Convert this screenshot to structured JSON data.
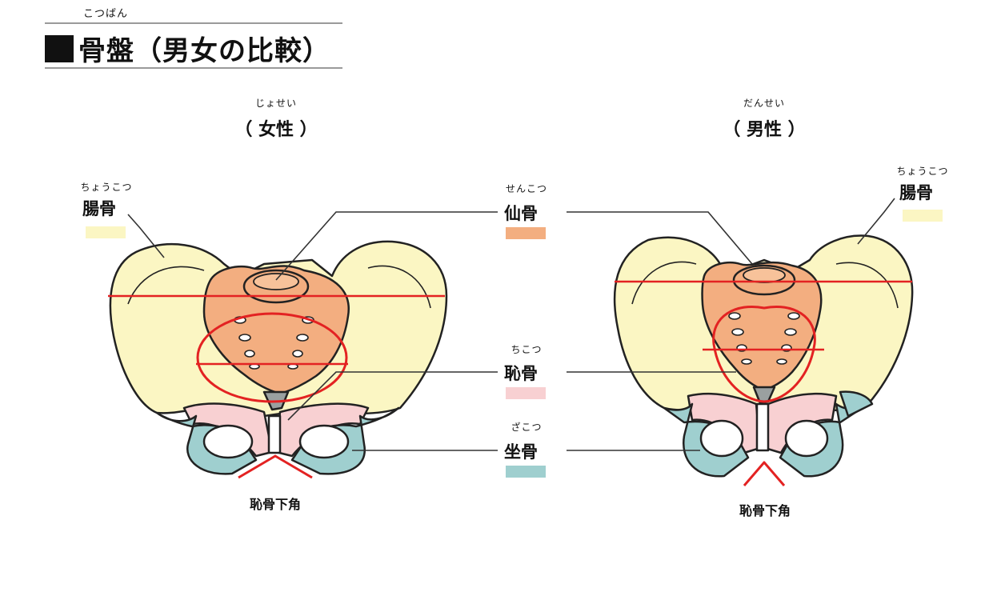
{
  "title": {
    "ruby": "こつばん",
    "text": "骨盤（男女の比較）"
  },
  "female": {
    "ruby": "じょせい",
    "heading": "（ 女性 ）",
    "angle_label": "恥骨下角"
  },
  "male": {
    "ruby": "だんせい",
    "heading": "（ 男性 ）",
    "angle_label": "恥骨下角"
  },
  "bones": {
    "ilium": {
      "ruby": "ちょうこつ",
      "label": "腸骨",
      "color": "#fbf6c3"
    },
    "sacrum": {
      "ruby": "せんこつ",
      "label": "仙骨",
      "color": "#f3ae80"
    },
    "pubis": {
      "ruby": "ちこつ",
      "label": "恥骨",
      "color": "#f8d0d2"
    },
    "ischium": {
      "ruby": "ざこつ",
      "label": "坐骨",
      "color": "#9fcfcf"
    }
  },
  "colors": {
    "marker": "#e32222",
    "outline": "#222222",
    "pointer_line": "#333333"
  }
}
